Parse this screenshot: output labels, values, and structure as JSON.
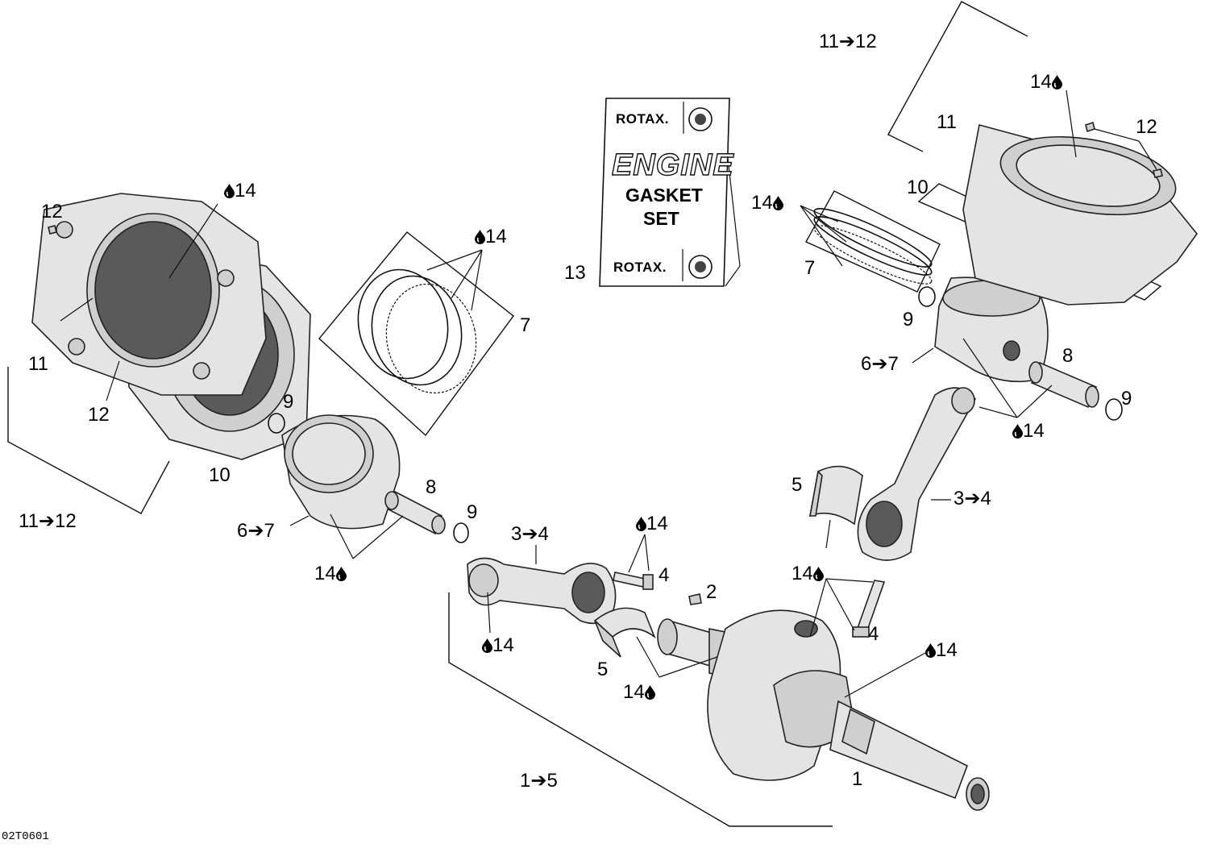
{
  "document_id": "02T0601",
  "gasket_package": {
    "brand_top": "ROTAX.",
    "line1": "ENGINE",
    "line2": "GASKET",
    "line3": "SET",
    "brand_bottom": "ROTAX."
  },
  "icons": {
    "lubricant": "oil-drop-icon",
    "range": "arrow-right-icon"
  },
  "callouts": {
    "c_11to12_top": {
      "from": "11",
      "to": "12"
    },
    "c_14_cyl_top": "14",
    "c_11_top": "11",
    "c_12_top": "12",
    "c_10_top": "10",
    "c_14_rings_right": "14",
    "c_7_right": "7",
    "c_13": "13",
    "c_9_right_a": "9",
    "c_6to7_right": {
      "from": "6",
      "to": "7"
    },
    "c_8_right": "8",
    "c_9_right_b": "9",
    "c_14_pin_right": "14",
    "c_5_right": "5",
    "c_3to4_right": {
      "from": "3",
      "to": "4"
    },
    "c_14_bolt_right": "14",
    "c_4_right": "4",
    "c_14_crank": "14",
    "c_1": "1",
    "c_1to5": {
      "from": "1",
      "to": "5"
    },
    "c_14_bearing_left": "14",
    "c_5_left": "5",
    "c_14_rod_left": "14",
    "c_2": "2",
    "c_14_bolt_left": "14",
    "c_4_left": "4",
    "c_3to4_left": {
      "from": "3",
      "to": "4"
    },
    "c_9_left_b": "9",
    "c_8_left": "8",
    "c_14_pin_left": "14",
    "c_6to7_left": {
      "from": "6",
      "to": "7"
    },
    "c_11to12_left": {
      "from": "11",
      "to": "12"
    },
    "c_10_left": "10",
    "c_9_left_a": "9",
    "c_12_left_bottom": "12",
    "c_11_left": "11",
    "c_12_left_top": "12",
    "c_14_cyl_left": "14",
    "c_14_rings_left": "14",
    "c_7_left": "7"
  }
}
